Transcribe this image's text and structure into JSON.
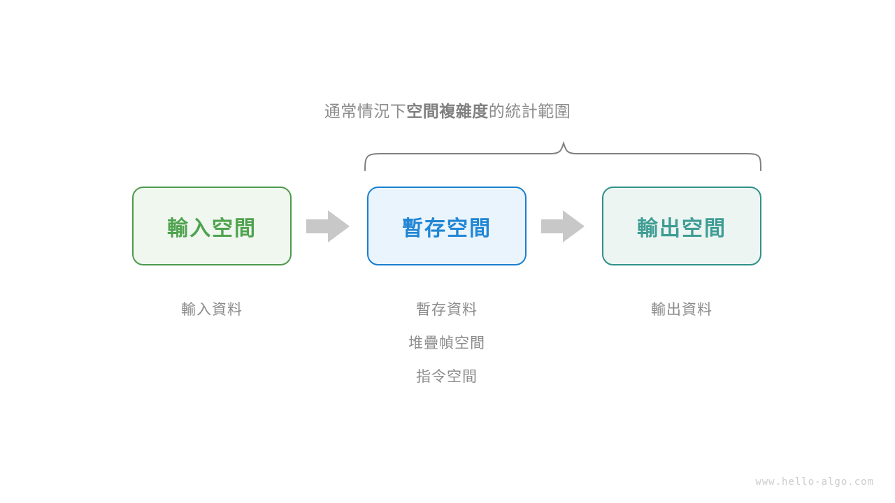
{
  "diagram": {
    "title_parts": {
      "prefix": "通常情況下",
      "emphasis": "空間複雜度",
      "suffix": "的統計範圍"
    },
    "brace": {
      "icon": "curly-brace-up-icon",
      "color": "#808080",
      "spans_boxes": [
        "暫存空間",
        "輸出空間"
      ]
    },
    "boxes": [
      {
        "label": "輸入空間",
        "border_color": "#4e9a4e",
        "fill_color": "#f0f7ef",
        "text_color": "#4fa34f"
      },
      {
        "label": "暫存空間",
        "border_color": "#1a7fce",
        "fill_color": "#eaf4fd",
        "text_color": "#2186d4"
      },
      {
        "label": "輸出空間",
        "border_color": "#2f9189",
        "fill_color": "#edf5f3",
        "text_color": "#3f9d94"
      }
    ],
    "arrows": [
      {
        "icon": "arrow-right-icon",
        "color": "#c8c8c8"
      },
      {
        "icon": "arrow-right-icon",
        "color": "#c8c8c8"
      }
    ],
    "captions": [
      {
        "lines": [
          "輸入資料"
        ]
      },
      {
        "lines": [
          "暫存資料",
          "堆疊幀空間",
          "指令空間"
        ]
      },
      {
        "lines": [
          "輸出資料"
        ]
      }
    ],
    "caption_color": "#8c8c8c",
    "watermark": "www.hello-algo.com"
  }
}
